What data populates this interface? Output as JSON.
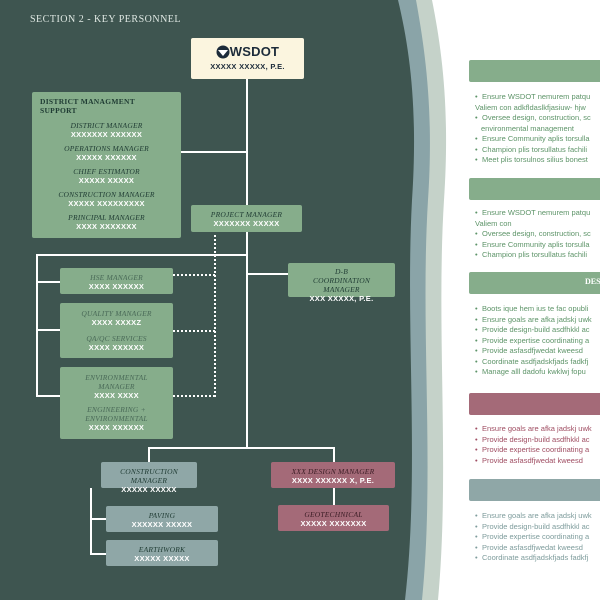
{
  "section_title": "SECTION 2 - KEY PERSONNEL",
  "top": {
    "logo_text": "WSDOT",
    "name": "XXXXX XXXXX, P.E."
  },
  "district": {
    "title": "DISTRICT MANAGMENT SUPPORT",
    "members": [
      {
        "role": "DISTRICT MANAGER",
        "name": "XXXXXXX XXXXXX"
      },
      {
        "role": "OPERATIONS MANAGER",
        "name": "XXXXX XXXXXX"
      },
      {
        "role": "CHIEF ESTIMATOR",
        "name": "XXXXX XXXXX"
      },
      {
        "role": "CONSTRUCTION MANAGER",
        "name": "XXXXX XXXXXXXXX"
      },
      {
        "role": "PRINCIPAL MANAGER",
        "name": "XXXX XXXXXXX"
      }
    ]
  },
  "project_manager": {
    "role": "PROJECT MANAGER",
    "name": "XXXXXXX XXXXX"
  },
  "hse": {
    "role": "HSE MANAGER",
    "name": "XXXX XXXXXX"
  },
  "quality": {
    "role": "QUALITY MANAGER",
    "name": "XXXX XXXXZ",
    "role2": "QA/QC SERVICES",
    "name2": "XXXX XXXXXX"
  },
  "environmental": {
    "role": "ENVIRONMENTAL MANAGER",
    "name": "XXXX XXXX",
    "role2": "ENGINEERING + ENVIRONMENTAL",
    "name2": "XXXX XXXXXX"
  },
  "db_coord": {
    "role": "D-B COORDINATION MANAGER",
    "name": "XXX XXXXX, P.E."
  },
  "construction": {
    "role": "CONSTRUCTION MANAGER",
    "name": "XXXXX XXXXX"
  },
  "paving": {
    "role": "PAVING",
    "name": "XXXXXX XXXXX"
  },
  "earthwork": {
    "role": "EARTHWORK",
    "name": "XXXXX XXXXX"
  },
  "design": {
    "role": "XXX DESIGN MANAGER",
    "name": "XXXX XXXXXX X, P.E."
  },
  "geotech": {
    "role": "GEOTECHNICAL",
    "name": "XXXXX XXXXXXX"
  },
  "panels": [
    {
      "label": "",
      "color": "green",
      "bullets": [
        "Ensure WSDOT nemurem patqu",
        "Valiem con adkfldaslkfjasiuw- hjw",
        "Oversee design, construction, sc",
        "environmental management",
        "Ensure Community aplis torsulla",
        "Champion plis torsullatus fachili",
        "Meet plis torsulnos silius bonest"
      ]
    },
    {
      "label": "",
      "color": "green",
      "bullets": [
        "Ensure WSDOT nemurem patqu",
        "Valiem con",
        "Oversee design, construction, sc",
        "Ensure Community aplis torsulla",
        "Champion plis torsullatus fachili"
      ]
    },
    {
      "label": "DES",
      "color": "green",
      "bullets": [
        "Boots ique hem ius te fac opubli",
        "Ensure goals are afka jadskj uwk",
        "Provide design-build asdfhkkl ac",
        "Provide expertise coordinating a",
        "Provide asfasdfjwedat kweesd",
        "Coordinate asdfjadskfjads fadkfj",
        "Manage alll dadofu kwklwj fopu"
      ]
    },
    {
      "label": "",
      "color": "rose",
      "bullets": [
        "Ensure goals are afka jadskj uwk",
        "Provide design-build asdfhkkl ac",
        "Provide expertise coordinating a",
        "Provide asfasdfjwedat kweesd"
      ]
    },
    {
      "label": "",
      "color": "slate",
      "bullets": [
        "Ensure goals are afka jadskj uwk",
        "Provide design-build asdfhkkl ac",
        "Provide expertise coordinating a",
        "Provide asfasdfjwedat kweesd",
        "Coordinate asdfjadskfjads fadkfj"
      ]
    }
  ]
}
